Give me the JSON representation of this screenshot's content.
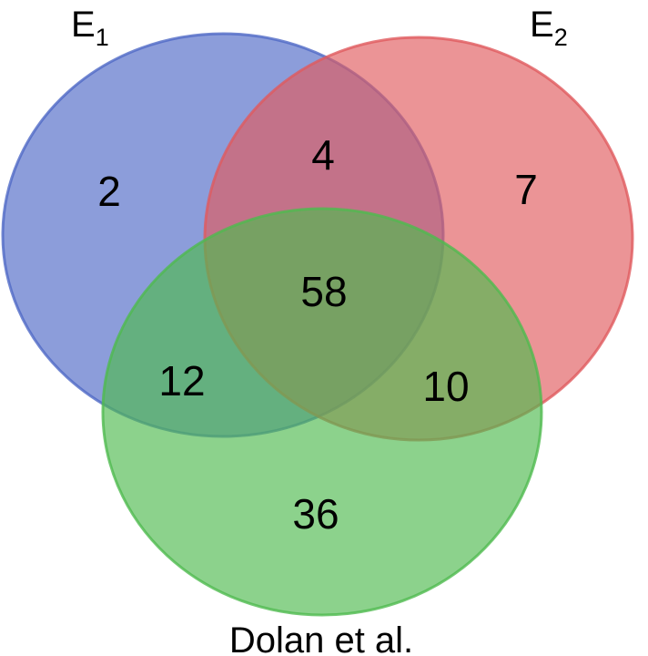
{
  "sets": [
    {
      "id": "e1",
      "label": {
        "base": "E",
        "sub": "1"
      },
      "color": "#4f69c6"
    },
    {
      "id": "e2",
      "label": {
        "base": "E",
        "sub": "2"
      },
      "color": "#e05a5e"
    },
    {
      "id": "dolan",
      "label": {
        "base": "Dolan et al.",
        "sub": ""
      },
      "color": "#4fba4f"
    }
  ],
  "regions": {
    "e1_only": "2",
    "e1_e2": "4",
    "e2_only": "7",
    "all_three": "58",
    "e1_dolan": "12",
    "e2_dolan": "10",
    "dolan_only": "36"
  }
}
